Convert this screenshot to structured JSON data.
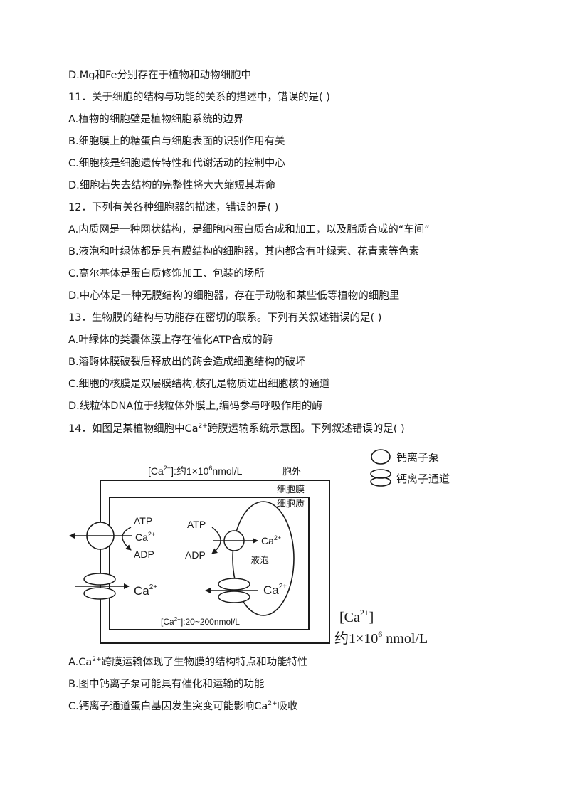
{
  "lines": [
    "D.Mg和Fe分别存在于植物和动物细胞中",
    "11．关于细胞的结构与功能的关系的描述中，错误的是(  )",
    "A.植物的细胞壁是植物细胞系统的边界",
    "B.细胞膜上的糖蛋白与细胞表面的识别作用有关",
    "C.细胞核是细胞遗传特性和代谢活动的控制中心",
    "D.细胞若失去结构的完整性将大大缩短其寿命",
    "12．下列有关各种细胞器的描述，错误的是(  )",
    "A.内质网是一种网状结构，是细胞内蛋白质合成和加工，以及脂质合成的“车间”",
    "B.液泡和叶绿体都是具有膜结构的细胞器，其内都含有叶绿素、花青素等色素",
    "C.高尔基体是蛋白质修饰加工、包装的场所",
    "D.中心体是一种无膜结构的细胞器，存在于动物和某些低等植物的细胞里",
    "13．生物膜的结构与功能存在密切的联系。下列有关叙述错误的是(  )",
    "A.叶绿体的类囊体膜上存在催化ATP合成的酶",
    "B.溶酶体膜破裂后释放出的酶会造成细胞结构的破坏",
    "C.细胞的核膜是双层膜结构,核孔是物质进出细胞核的通道",
    "D.线粒体DNA位于线粒体外膜上,编码参与呼吸作用的酶"
  ],
  "q14": {
    "pre": "14．如图是某植物细胞中Ca",
    "sup": "2+",
    "post": "跨膜运输系统示意图。下列叙述错误的是(  )"
  },
  "options_after": {
    "a_pre": "A.Ca",
    "a_sup": "2+",
    "a_post": "跨膜运输体现了生物膜的结构特点和功能特性",
    "b": "B.图中钙离子泵可能具有催化和运输的功能",
    "c_pre": "C.钙离子通道蛋白基因发生突变可能影响Ca",
    "c_sup": "2+",
    "c_post": "吸收"
  },
  "diagram": {
    "legend_pump": "钙离子泵",
    "legend_channel": "钙离子通道",
    "outside_conc_pre": "[Ca",
    "outside_conc_sup": "2+",
    "outside_conc_post": "]:约1×10",
    "outside_conc_exp": "6",
    "outside_conc_unit": "nmol/L",
    "outside_label": "胞外",
    "membrane_label": "细胞膜",
    "cytoplasm_label": "细胞质",
    "atp": "ATP",
    "adp": "ADP",
    "ca": "Ca",
    "ca_charge": "2+",
    "vacuole_label": "液泡",
    "cytoplasm_conc_pre": "[Ca",
    "cytoplasm_conc_sup": "2+",
    "cytoplasm_conc_post": "]:20~200nmol/L",
    "vacuole_conc_bracket_pre": "[Ca",
    "vacuole_conc_bracket_sup": "2+",
    "vacuole_conc_bracket_post": "]",
    "vacuole_conc_value_pre": "约1×10",
    "vacuole_conc_value_exp": "6",
    "vacuole_conc_value_unit": " nmol/L"
  }
}
